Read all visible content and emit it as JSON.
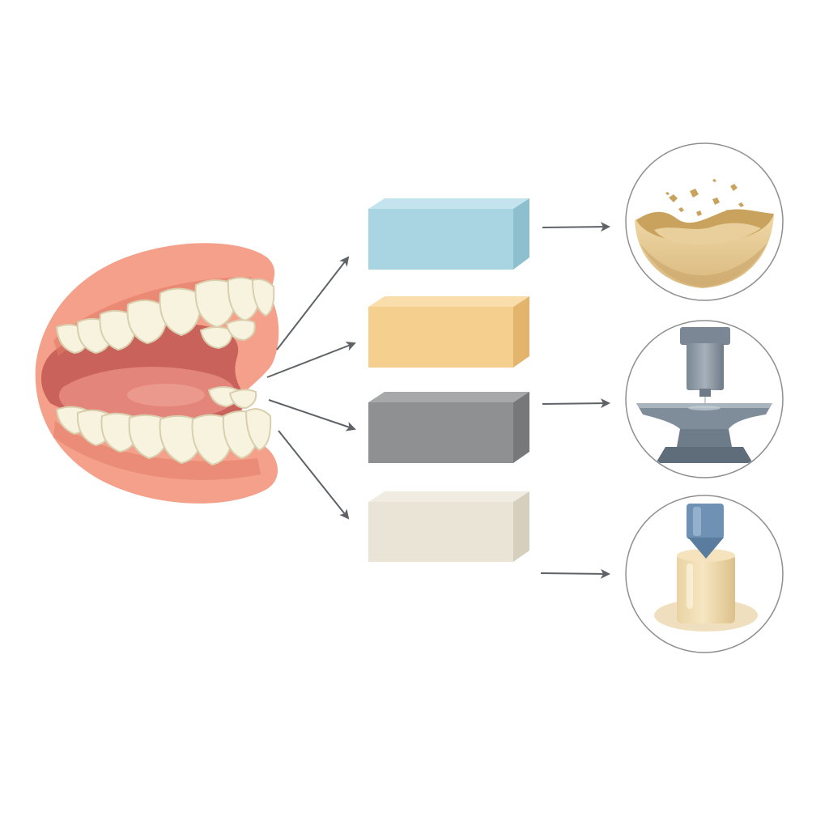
{
  "colors": {
    "background": "#ffffff",
    "gum": "#f4a08a",
    "gum_shadow": "#e27c68",
    "mouth_interior": "#c9625a",
    "tongue": "#e3857b",
    "tooth": "#f8f3df",
    "tooth_shadow": "#d9cfae",
    "arrow": "#5f6266",
    "circle_outline": "#8f8f8f"
  },
  "source": {
    "icon": "open-mouth-teeth-icon"
  },
  "materials": [
    {
      "id": "blue",
      "icon": "blue-material-block-icon",
      "front": "#a9d5e2",
      "top": "#c3e4ee",
      "side": "#8dbfcf"
    },
    {
      "id": "yellow",
      "icon": "yellow-material-block-icon",
      "front": "#f5cf8e",
      "top": "#f9ddab",
      "side": "#e3b56c"
    },
    {
      "id": "gray",
      "icon": "gray-material-block-icon",
      "front": "#8f9092",
      "top": "#a7a8aa",
      "side": "#77787a"
    },
    {
      "id": "cream",
      "icon": "cream-material-block-icon",
      "front": "#eae4d6",
      "top": "#f1ece1",
      "side": "#d6cfbd"
    }
  ],
  "outcomes": [
    {
      "id": "crumbling",
      "icon": "crumbling-bowl-icon"
    },
    {
      "id": "anvil",
      "icon": "press-on-anvil-icon"
    },
    {
      "id": "cylinder",
      "icon": "press-on-cylinder-icon"
    }
  ]
}
